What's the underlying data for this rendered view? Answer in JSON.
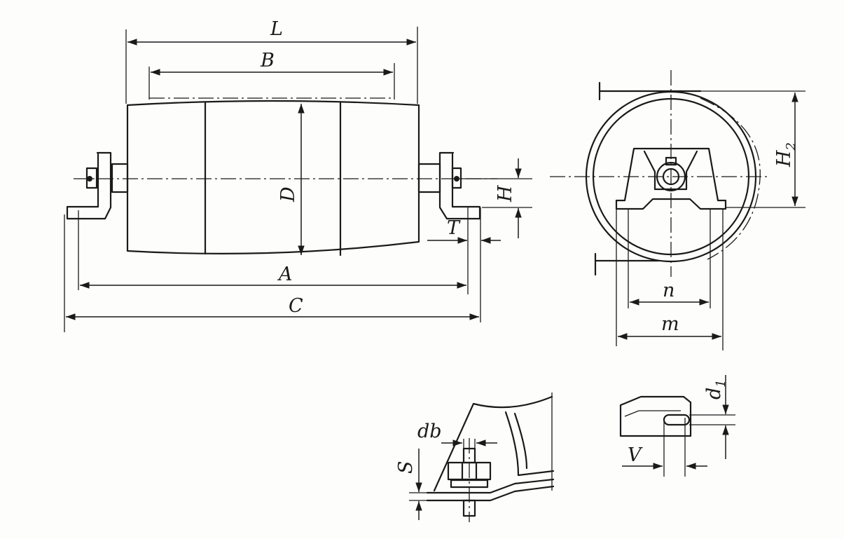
{
  "labels": {
    "L": "L",
    "B": "B",
    "D": "D",
    "H": "H",
    "T": "T",
    "A": "A",
    "C": "C",
    "H2": "H",
    "H2_sub": "2",
    "n": "n",
    "m": "m",
    "db": "db",
    "S": "S",
    "d1": "d",
    "d1_sub": "1",
    "V": "V"
  }
}
